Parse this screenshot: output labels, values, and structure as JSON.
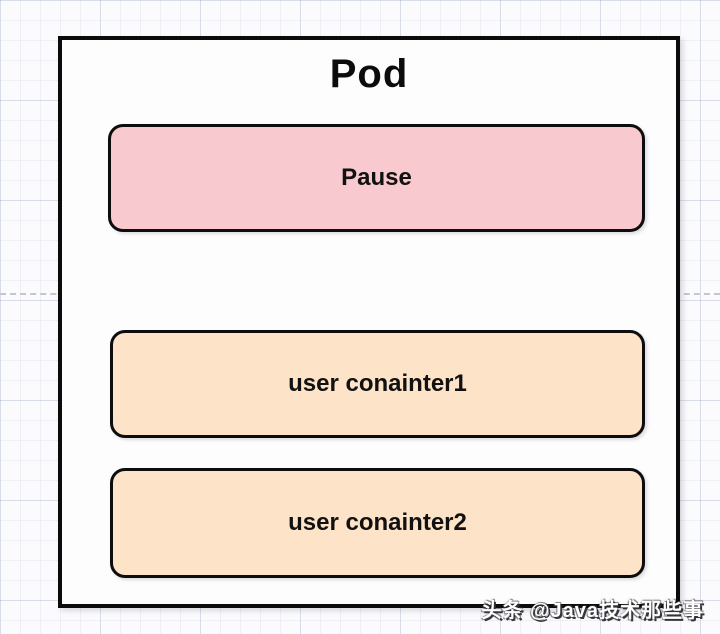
{
  "diagram": {
    "title": "Pod",
    "pod_fill": "#fdfdfe",
    "pod_border_color": "#0b0b0b",
    "nodes": [
      {
        "label": "Pause",
        "fill": "#f8c9ce"
      },
      {
        "label": "user conainter1",
        "fill": "#fde4c8"
      },
      {
        "label": "user conainter2",
        "fill": "#fde4c8"
      }
    ]
  },
  "watermark": {
    "text": "头条 @Java技术那些事",
    "color": "#ffffff"
  }
}
